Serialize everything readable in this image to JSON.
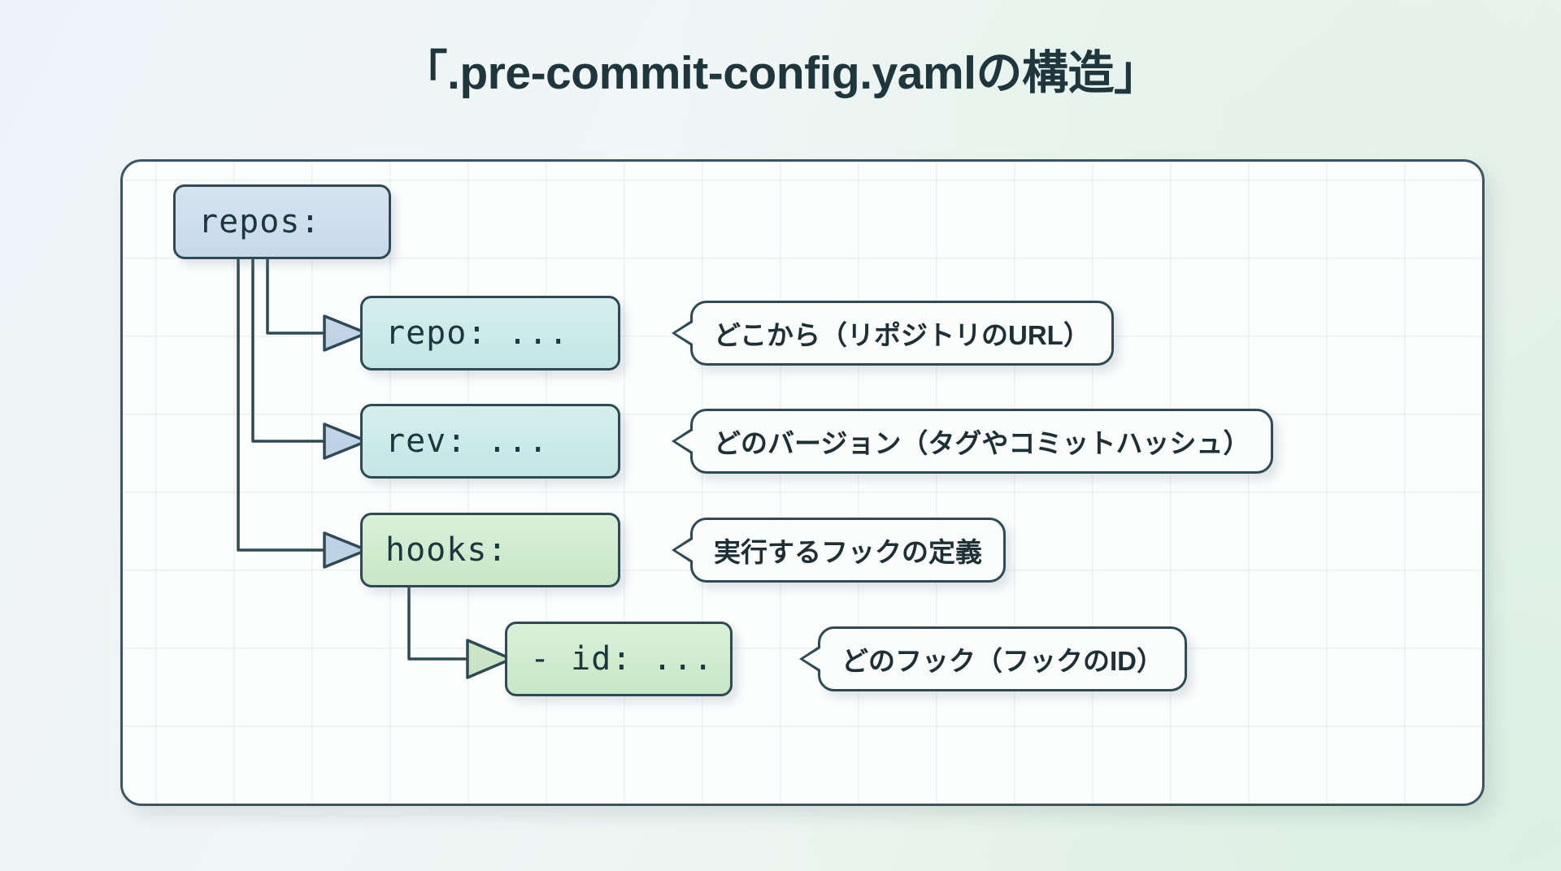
{
  "title": "「.pre-commit-config.yamlの構造」",
  "diagram": {
    "root": {
      "label": "repos:"
    },
    "children": [
      {
        "key": "repo",
        "label": "repo: ...",
        "note": "どこから（リポジトリのURL）"
      },
      {
        "key": "rev",
        "label": "rev: ...",
        "note": "どのバージョン（タグやコミットハッシュ）"
      },
      {
        "key": "hooks",
        "label": "hooks:",
        "note": "実行するフックの定義"
      }
    ],
    "grandchild": {
      "key": "id",
      "label": "- id: ...",
      "note": "どのフック（フックのID）"
    }
  },
  "colors": {
    "node_blue": "#c7d9ea",
    "node_cyan": "#c3e6e4",
    "node_green": "#c8e7c6",
    "outline": "#2f4a55",
    "title_text": "#20363d",
    "arrow_blue_fill": "#c5d6e8",
    "arrow_green_fill": "#cfe8cd",
    "card_background": "#fcfdfd"
  }
}
